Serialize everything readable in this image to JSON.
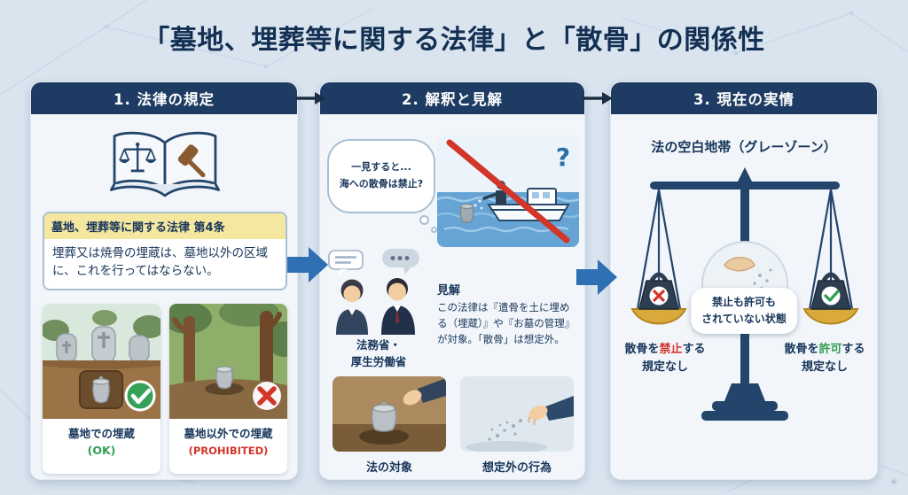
{
  "title": "「墓地、埋葬等に関する法律」と「散骨」の関係性",
  "panel1": {
    "header": "1. 法律の規定",
    "law_title": "墓地、埋葬等に関する法律 第4条",
    "law_body": "埋葬又は焼骨の埋蔵は、墓地以外の区域に、これを行ってはならない。",
    "card_ok": {
      "caption": "墓地での埋蔵",
      "status": "(OK)"
    },
    "card_prohibited": {
      "caption": "墓地以外での埋蔵",
      "status": "(PROHIBITED)"
    }
  },
  "panel2": {
    "header": "2. 解釈と見解",
    "thought_line1": "一見すると...",
    "thought_line2": "海への散骨は禁止?",
    "question_mark": "?",
    "opinion_label": "見解",
    "opinion_body": "この法律は『遺骨を土に埋める（埋蔵）』や『お墓の管理』が対象。「散骨」は想定外。",
    "ministries_line1": "法務省・",
    "ministries_line2": "厚生労働省",
    "card_subject_caption": "法の対象",
    "card_unexpected_caption": "想定外の行為"
  },
  "panel3": {
    "header": "3. 現在の実情",
    "subtitle": "法の空白地帯（グレーゾーン）",
    "note_line1": "禁止も許可も",
    "note_line2": "されていない状態",
    "left_pre": "散骨を",
    "left_keyword": "禁止",
    "left_post": "する",
    "left_line2": "規定なし",
    "right_pre": "散骨を",
    "right_keyword": "許可",
    "right_post": "する",
    "right_line2": "規定なし"
  },
  "colors": {
    "navy_header": "#1e3c63",
    "accent_blue": "#2f6fb3",
    "ok_green": "#2f9e52",
    "prohibited_red": "#d2362b",
    "highlight_yellow": "#f5e6a0"
  },
  "watermark_icon": "✦"
}
